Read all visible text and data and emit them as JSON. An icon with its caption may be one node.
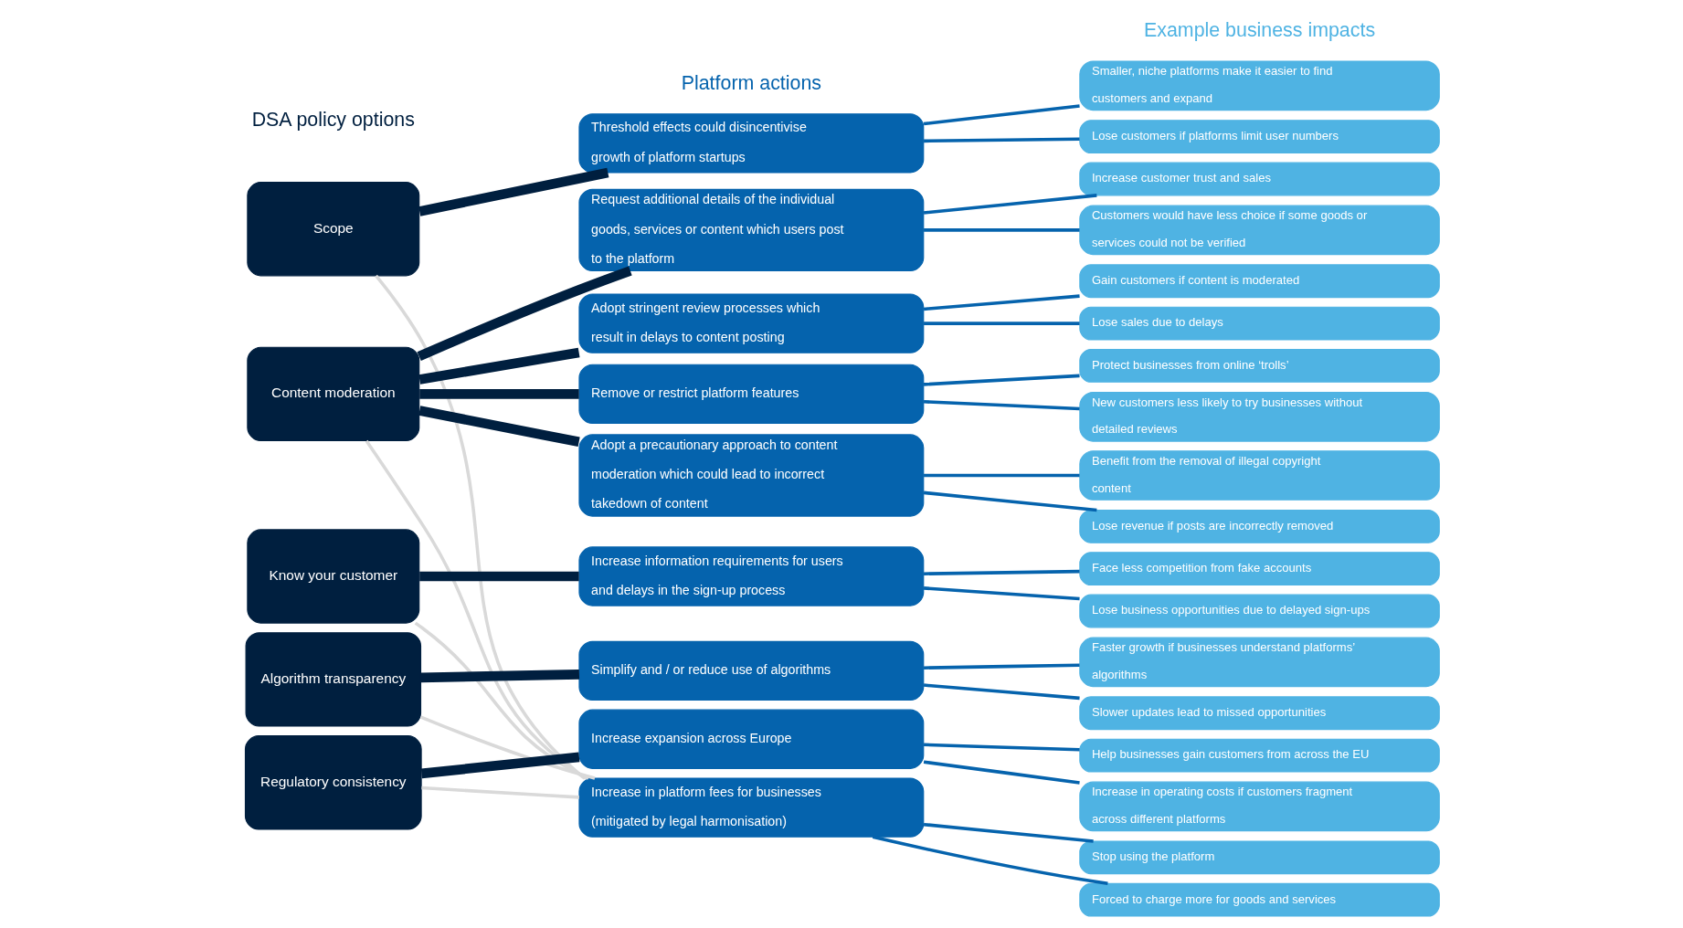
{
  "diagram": {
    "nodes": [
      {
        "text": [
          "Scope"
        ]
      },
      {
        "text": [
          "Content moderation"
        ]
      },
      {
        "text": [
          "Know your customer"
        ]
      },
      {
        "text": [
          "Algorithm transparency"
        ]
      },
      {
        "text": [
          "Regulatory consistency"
        ]
      },
      {
        "text": [
          "Threshold effects could disincentivise growth of platform startups"
        ]
      },
      {
        "text": [
          "Request additional details of the individual goods, services or content which users post to the platform"
        ]
      },
      {
        "text": [
          "Adopt stringent review processes which result in delays to content posting"
        ]
      },
      {
        "text": [
          "Remove or restrict platform features"
        ]
      },
      {
        "text": [
          "Adopt a precautionary approach to content moderation which could lead to incorrect takedown of content"
        ]
      },
      {
        "text": [
          "Increase information requirements for users and delays in the sign-up process"
        ]
      },
      {
        "text": [
          "Simplify and / or reduce use of algorithms"
        ]
      },
      {
        "text": [
          "Increase expansion across Europe"
        ]
      },
      {
        "text": [
          "Increase in platform fees for businesses (mitigated by legal harmonisation)"
        ]
      },
      {
        "text": [
          "Smaller, niche platforms make it easier to find customers and expand"
        ]
      },
      {
        "text": [
          "Lose customers if platforms limit user numbers"
        ]
      },
      {
        "text": [
          "Increase customer trust and sales"
        ]
      },
      {
        "text": [
          "Customers would have less choice if some goods or services could not be verified"
        ]
      },
      {
        "text": [
          "Gain customers if content is moderated"
        ]
      },
      {
        "text": [
          "Lose sales due to delays"
        ]
      },
      {
        "text": [
          "Protect businesses from online ‘trolls’"
        ]
      },
      {
        "text": [
          "New customers less likely to try businesses without detailed reviews"
        ]
      },
      {
        "text": [
          "Benefit from the removal of illegal copyright content"
        ]
      },
      {
        "text": [
          "Lose revenue if posts are incorrectly removed"
        ]
      },
      {
        "text": [
          "Face less competition from fake accounts"
        ]
      },
      {
        "text": [
          "Lose business opportunities due to delayed sign-ups"
        ]
      },
      {
        "text": [
          "Faster growth if businesses understand platforms’ algorithms"
        ]
      },
      {
        "text": [
          "Slower updates lead to missed opportunities"
        ]
      },
      {
        "text": [
          "Help businesses gain customers from across the EU"
        ]
      },
      {
        "text": [
          "Increase in operating costs if customers fragment across different platforms"
        ]
      },
      {
        "text": [
          "Stop using the platform"
        ]
      },
      {
        "text": [
          "Forced to charge more for goods and services"
        ]
      }
    ],
    "edges": [
      {
        "from": 0,
        "to": 5,
        "arrow": "none",
        "style": "thick",
        "color": "#001f3f"
      },
      {
        "from": 1,
        "to": 6,
        "arrow": "none",
        "style": "thick",
        "color": "#001f3f"
      },
      {
        "from": 1,
        "to": 7,
        "arrow": "none",
        "style": "thick",
        "color": "#001f3f"
      },
      {
        "from": 1,
        "to": 8,
        "arrow": "none",
        "style": "thick",
        "color": "#001f3f"
      },
      {
        "from": 1,
        "to": 9,
        "arrow": "none",
        "style": "thick",
        "color": "#001f3f"
      },
      {
        "from": 2,
        "to": 10,
        "arrow": "none",
        "style": "thick",
        "color": "#001f3f"
      },
      {
        "from": 3,
        "to": 11,
        "arrow": "none",
        "style": "thick",
        "color": "#001f3f"
      },
      {
        "from": 4,
        "to": 12,
        "arrow": "none",
        "style": "thick",
        "color": "#001f3f"
      },
      {
        "from": 0,
        "to": 13,
        "arrow": "none",
        "color": "#d9d9d9"
      },
      {
        "from": 1,
        "to": 13,
        "arrow": "none",
        "color": "#d9d9d9"
      },
      {
        "from": 2,
        "to": 13,
        "arrow": "none",
        "color": "#d9d9d9"
      },
      {
        "from": 3,
        "to": 13,
        "arrow": "none",
        "color": "#d9d9d9"
      },
      {
        "from": 4,
        "to": 13,
        "arrow": "none",
        "color": "#d9d9d9"
      },
      {
        "from": 5,
        "to": 14,
        "arrow": "none"
      },
      {
        "from": 5,
        "to": 15,
        "arrow": "none"
      },
      {
        "from": 6,
        "to": 16,
        "arrow": "none"
      },
      {
        "from": 6,
        "to": 17,
        "arrow": "none"
      },
      {
        "from": 7,
        "to": 18,
        "arrow": "none"
      },
      {
        "from": 7,
        "to": 19,
        "arrow": "none"
      },
      {
        "from": 8,
        "to": 20,
        "arrow": "none"
      },
      {
        "from": 8,
        "to": 21,
        "arrow": "none"
      },
      {
        "from": 9,
        "to": 22,
        "arrow": "none"
      },
      {
        "from": 9,
        "to": 23,
        "arrow": "none"
      },
      {
        "from": 10,
        "to": 24,
        "arrow": "none"
      },
      {
        "from": 10,
        "to": 25,
        "arrow": "none"
      },
      {
        "from": 11,
        "to": 26,
        "arrow": "none"
      },
      {
        "from": 11,
        "to": 27,
        "arrow": "none"
      },
      {
        "from": 12,
        "to": 28,
        "arrow": "none"
      },
      {
        "from": 12,
        "to": 29,
        "arrow": "none"
      },
      {
        "from": 13,
        "to": 30,
        "arrow": "none"
      },
      {
        "from": 13,
        "to": 31,
        "arrow": "none"
      }
    ],
    "labels": [
      "DSA policy options",
      "Platform actions",
      "Example business impacts"
    ]
  }
}
